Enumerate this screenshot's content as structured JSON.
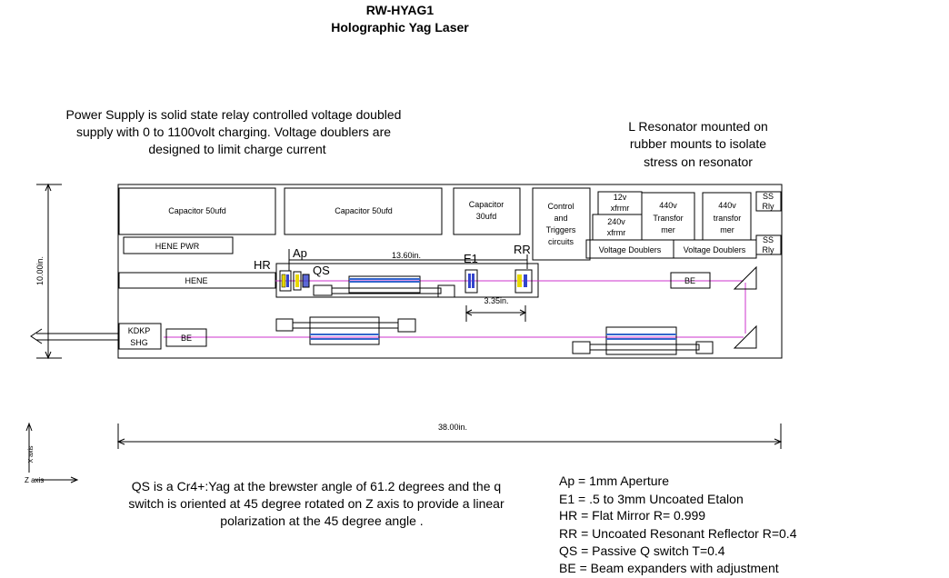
{
  "title": {
    "line1": "RW-HYAG1",
    "line2": "Holographic Yag Laser"
  },
  "notes": {
    "power_supply": [
      "Power Supply is solid state relay controlled voltage doubled",
      "supply with 0 to 1100volt charging. Voltage doublers are",
      "designed to limit charge current"
    ],
    "resonator_mount": [
      "L Resonator mounted on",
      "rubber mounts to isolate",
      "stress on resonator"
    ],
    "qswitch": [
      "QS is a Cr4+:Yag  at the brewster angle of 61.2 degrees and the q",
      "switch is oriented at 45 degree rotated on Z axis to provide a linear",
      "polarization at the 45 degree angle ."
    ]
  },
  "components": {
    "cap1": "Capacitor 50ufd",
    "cap2": "Capacitor 50ufd",
    "cap3": [
      "Capacitor",
      "30ufd"
    ],
    "control": [
      "Control",
      "and",
      "Triggers",
      "circuits"
    ],
    "xfrmr12": [
      "12v",
      "xfrmr"
    ],
    "xfrmr240": [
      "240v",
      "xfrmr"
    ],
    "transformer440a": [
      "440v",
      "Transfor",
      "mer"
    ],
    "transformer440b": [
      "440v",
      "transfor",
      "mer"
    ],
    "ssrly1": [
      "SS",
      "Rly"
    ],
    "ssrly2": [
      "SS",
      "Rly"
    ],
    "voltage_doublers1": "Voltage Doublers",
    "voltage_doublers2": "Voltage Doublers",
    "hene_pwr": "HENE PWR",
    "hene": "HENE",
    "kdkp": [
      "KDKP",
      "SHG"
    ],
    "be_left": "BE",
    "be_right": "BE"
  },
  "labels": {
    "hr": "HR",
    "ap": "Ap",
    "qs": "QS",
    "e1": "E1",
    "rr": "RR"
  },
  "dimensions": {
    "resonator_length": "13.60in.",
    "etalon_gap": "3.35in.",
    "total_length": "38.00in.",
    "height": "10.00in."
  },
  "axes": {
    "x": "X axis",
    "z": "Z axis"
  },
  "legend": [
    "Ap = 1mm Aperture",
    "E1 = .5 to 3mm Uncoated Etalon",
    "HR = Flat Mirror  R= 0.999",
    "RR = Uncoated Resonant Reflector R=0.4",
    "QS = Passive Q switch T=0.4",
    "BE = Beam expanders  with adjustment"
  ],
  "colors": {
    "beam": "#cc33cc",
    "rod": "#3366cc",
    "optic_yellow": "#e8d800",
    "optic_blue": "#3344cc"
  }
}
